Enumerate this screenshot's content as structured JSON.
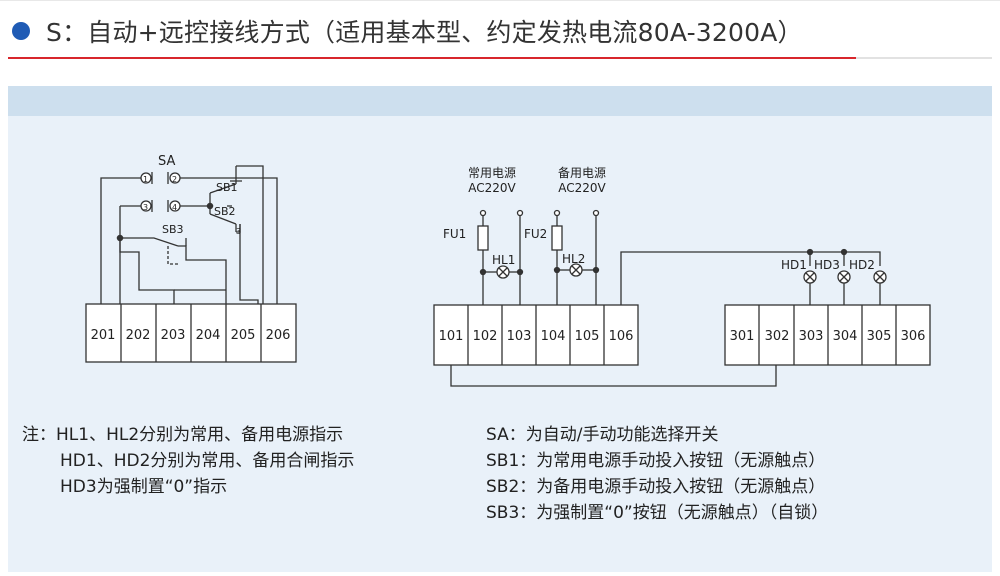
{
  "title": "S：自动+远控接线方式（适用基本型、约定发热电流80A-3200A）",
  "diagram": {
    "sa_label": "SA",
    "sb1_label": "SB1",
    "sb2_label": "SB2",
    "sb3_label": "SB3",
    "sa_contact_1": "1",
    "sa_contact_2": "2",
    "sa_contact_3": "3",
    "sa_contact_4": "4",
    "sb2_contact_3": "3",
    "left_terminals": [
      "201",
      "202",
      "203",
      "204",
      "205",
      "206"
    ],
    "middle_terminals": [
      "101",
      "102",
      "103",
      "104",
      "105",
      "106"
    ],
    "right_terminals": [
      "301",
      "302",
      "303",
      "304",
      "305",
      "306"
    ],
    "supply_common": "常用电源",
    "supply_common_voltage": "AC220V",
    "supply_backup": "备用电源",
    "supply_backup_voltage": "AC220V",
    "fu1_label": "FU1",
    "fu2_label": "FU2",
    "hl1_label": "HL1",
    "hl2_label": "HL2",
    "hd1_label": "HD1",
    "hd3_label": "HD3",
    "hd2_label": "HD2"
  },
  "notes_left": [
    "注：HL1、HL2分别为常用、备用电源指示",
    "HD1、HD2分别为常用、备用合闸指示",
    "HD3为强制置“0”指示"
  ],
  "notes_right": [
    "SA：为自动/手动功能选择开关",
    "SB1：为常用电源手动投入按钮（无源触点）",
    "SB2：为备用电源手动投入按钮（无源触点）",
    "SB3：为强制置“0”按钮（无源触点）（自锁）"
  ]
}
